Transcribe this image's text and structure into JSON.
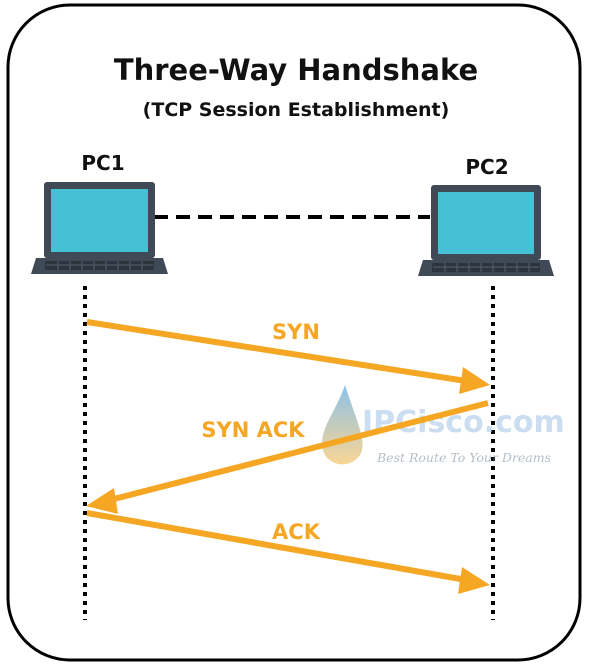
{
  "title": "Three-Way Handshake",
  "subtitle": "(TCP Session Establishment)",
  "hosts": [
    {
      "label": "PC1"
    },
    {
      "label": "PC2"
    }
  ],
  "messages": [
    {
      "label": "SYN",
      "direction": "PC1 to PC2"
    },
    {
      "label": "SYN ACK",
      "direction": "PC2 to PC1"
    },
    {
      "label": "ACK",
      "direction": "PC1 to PC2"
    }
  ],
  "watermark": {
    "text": "IPCisco.com",
    "tagline": "Best Route To Your Dreams"
  },
  "colors": {
    "arrow": "#F5A623",
    "arrow_label": "#F5A623",
    "laptop_screen": "#45C1D6",
    "laptop_body": "#3F4A56",
    "frame": "#000000",
    "watermark": "#9FC3E6"
  },
  "icons": {
    "laptop": "laptop-icon",
    "watermark_logo": "water-drop-logo"
  }
}
